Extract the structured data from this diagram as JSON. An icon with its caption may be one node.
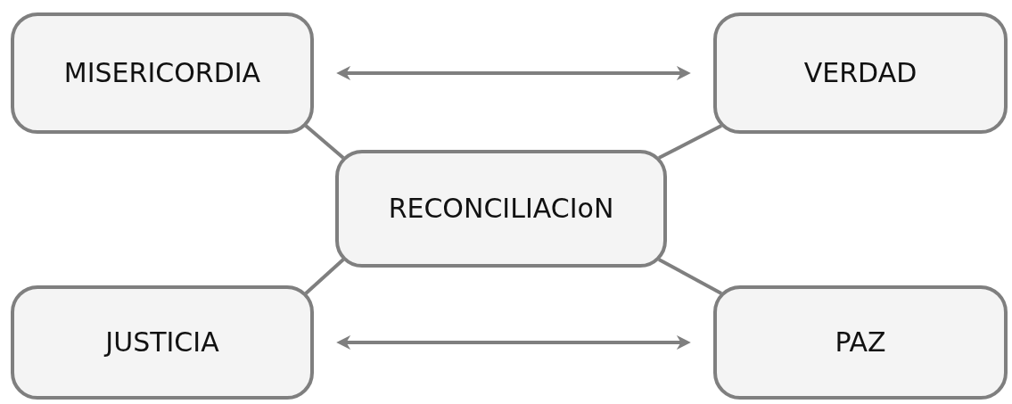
{
  "diagram": {
    "nodes": [
      {
        "text": [
          "MISERICORDIA"
        ]
      },
      {
        "text": [
          "VERDAD"
        ]
      },
      {
        "text": [
          "RECONCILIACIoN"
        ]
      },
      {
        "text": [
          "JUSTICIA"
        ]
      },
      {
        "text": [
          "PAZ"
        ]
      }
    ],
    "edges": [
      {
        "from": 0,
        "to": 1,
        "arrow": "both"
      },
      {
        "from": 3,
        "to": 4,
        "arrow": "both"
      },
      {
        "from": 0,
        "to": 2,
        "arrow": "none"
      },
      {
        "from": 1,
        "to": 2,
        "arrow": "none"
      },
      {
        "from": 3,
        "to": 2,
        "arrow": "none"
      },
      {
        "from": 4,
        "to": 2,
        "arrow": "none"
      }
    ]
  }
}
